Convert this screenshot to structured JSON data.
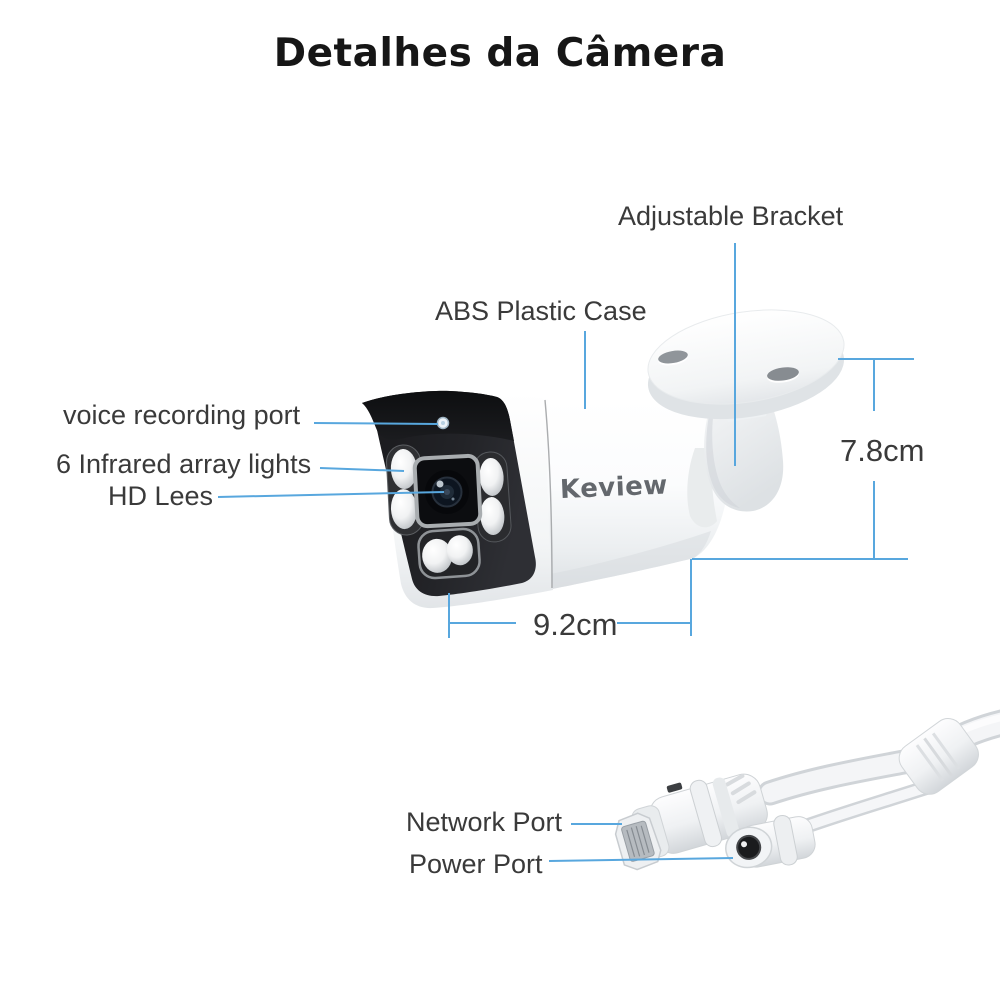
{
  "title": "Detalhes da Câmera",
  "brand": "Keview",
  "labels": {
    "adjustable_bracket": "Adjustable Bracket",
    "abs_plastic_case": "ABS Plastic Case",
    "voice_recording_port": "voice recording port",
    "infrared_lights": "6 Infrared array lights",
    "hd_lens": "HD Lees",
    "network_port": "Network Port",
    "power_port": "Power Port"
  },
  "dimensions": {
    "height": "7.8cm",
    "length": "9.2cm"
  },
  "colors": {
    "annotation_line": "#58a7de",
    "label_text": "#3a3a3a",
    "title_text": "#161616",
    "brand_text": "#64686d"
  }
}
